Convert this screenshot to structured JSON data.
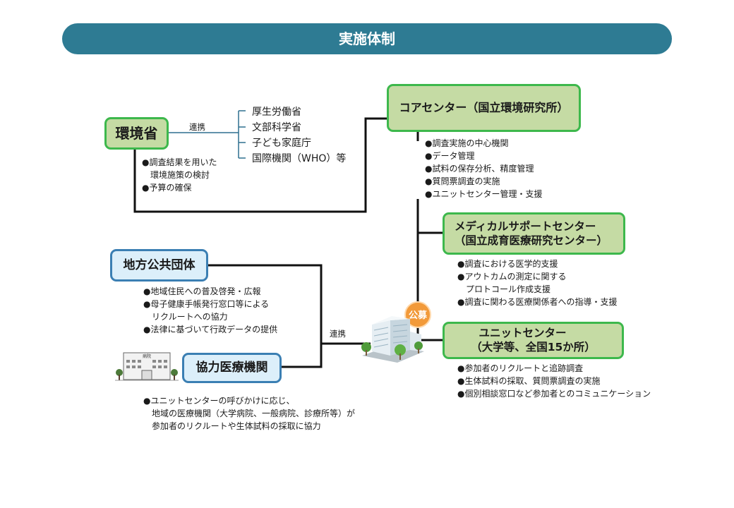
{
  "title": "実施体制",
  "environment_ministry": {
    "label": "環境省",
    "link_label": "連携",
    "partners": [
      "厚生労働省",
      "文部科学省",
      "子ども家庭庁",
      "国際機関（WHO）等"
    ],
    "roles": [
      "●調査結果を用いた",
      "環境施策の検討",
      "●予算の確保"
    ]
  },
  "core_center": {
    "label": "コアセンター（国立環境研究所）",
    "roles": [
      "●調査実施の中心機関",
      "●データ管理",
      "●試料の保存分析、精度管理",
      "●質問票調査の実施",
      "●ユニットセンター管理・支援"
    ]
  },
  "medical_support_center": {
    "line1": "メディカルサポートセンター",
    "line2": "（国立成育医療研究センター）",
    "roles": [
      "●調査における医学的支援",
      "●アウトカムの測定に関する",
      "プロトコール作成支援",
      "●調査に関わる医療関係者への指導・支援"
    ]
  },
  "recruit_badge": "公募",
  "unit_center": {
    "line1": "ユニットセンター",
    "line2": "（大学等、全国15か所）",
    "roles": [
      "●参加者のリクルートと追跡調査",
      "●生体試料の採取、質問票調査の実施",
      "●個別相談窓口など参加者とのコミュニケーション"
    ]
  },
  "local_government": {
    "label": "地方公共団体",
    "roles": [
      "●地域住民への普及啓発・広報",
      "●母子健康手帳発行窓口等による",
      "リクルートへの協力",
      "●法律に基づいて行政データの提供"
    ]
  },
  "cooperation_link_label": "連携",
  "cooperating_medical": {
    "label": "協力医療機関",
    "building_sign": "病院",
    "roles": [
      "●ユニットセンターの呼びかけに応じ、",
      "地域の医療機関（大学病院、一般病院、診療所等）が",
      "参加者のリクルートや生体試料の採取に協力"
    ]
  },
  "colors": {
    "banner": "#2e7b93",
    "green_border": "#3db84c",
    "green_fill": "#c5dba4",
    "blue_border": "#3b7fb3",
    "blue_fill": "#dceffa",
    "badge": "#f29a3a"
  }
}
